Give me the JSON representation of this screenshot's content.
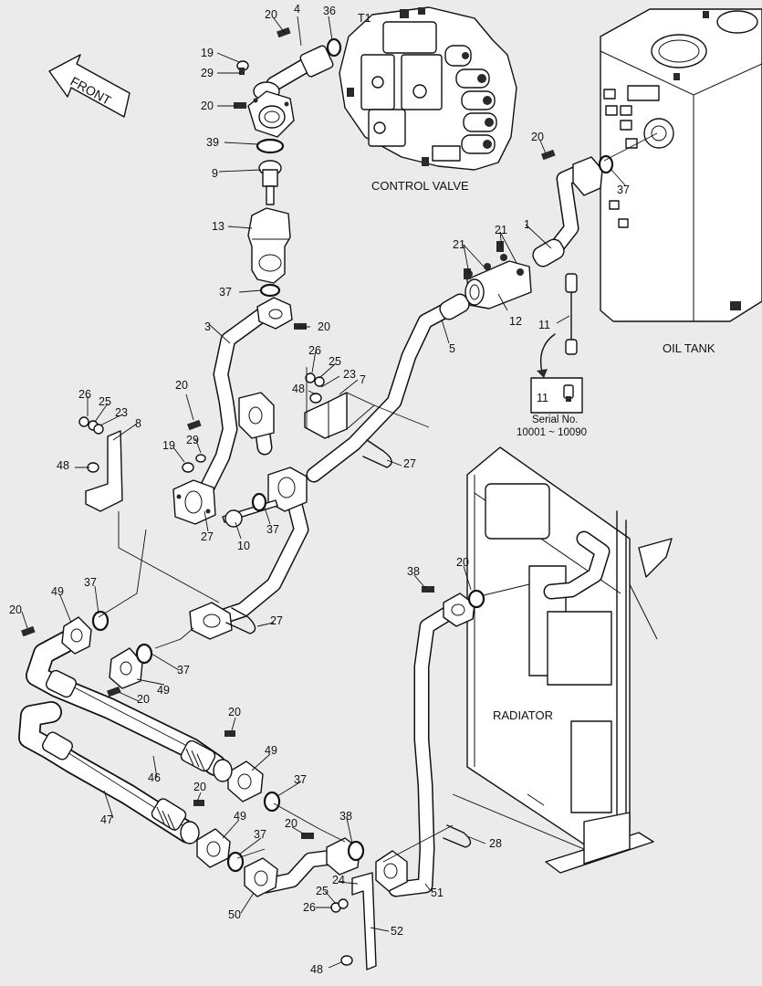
{
  "titles": {
    "control_valve": "CONTROL VALVE",
    "oil_tank": "OIL TANK",
    "radiator": "RADIATOR",
    "front": "FRONT",
    "t1": "T1"
  },
  "serial_inset": {
    "part": "11",
    "label": "Serial No.",
    "range": "10001 ~ 10090"
  },
  "callouts": [
    "20",
    "4",
    "36",
    "19",
    "29",
    "20",
    "39",
    "9",
    "13",
    "37",
    "20",
    "3",
    "20",
    "37",
    "1",
    "21",
    "21",
    "12",
    "5",
    "11",
    "26",
    "25",
    "23",
    "7",
    "48",
    "26",
    "25",
    "23",
    "8",
    "48",
    "20",
    "19",
    "29",
    "27",
    "10",
    "37",
    "27",
    "37",
    "49",
    "20",
    "27",
    "37",
    "49",
    "20",
    "38",
    "20",
    "20",
    "49",
    "46",
    "37",
    "47",
    "20",
    "49",
    "37",
    "20",
    "38",
    "28",
    "50",
    "24",
    "25",
    "26",
    "51",
    "52",
    "48"
  ],
  "colors": {
    "background": "#ebebeb",
    "line": "#111111",
    "fill": "#ffffff"
  }
}
